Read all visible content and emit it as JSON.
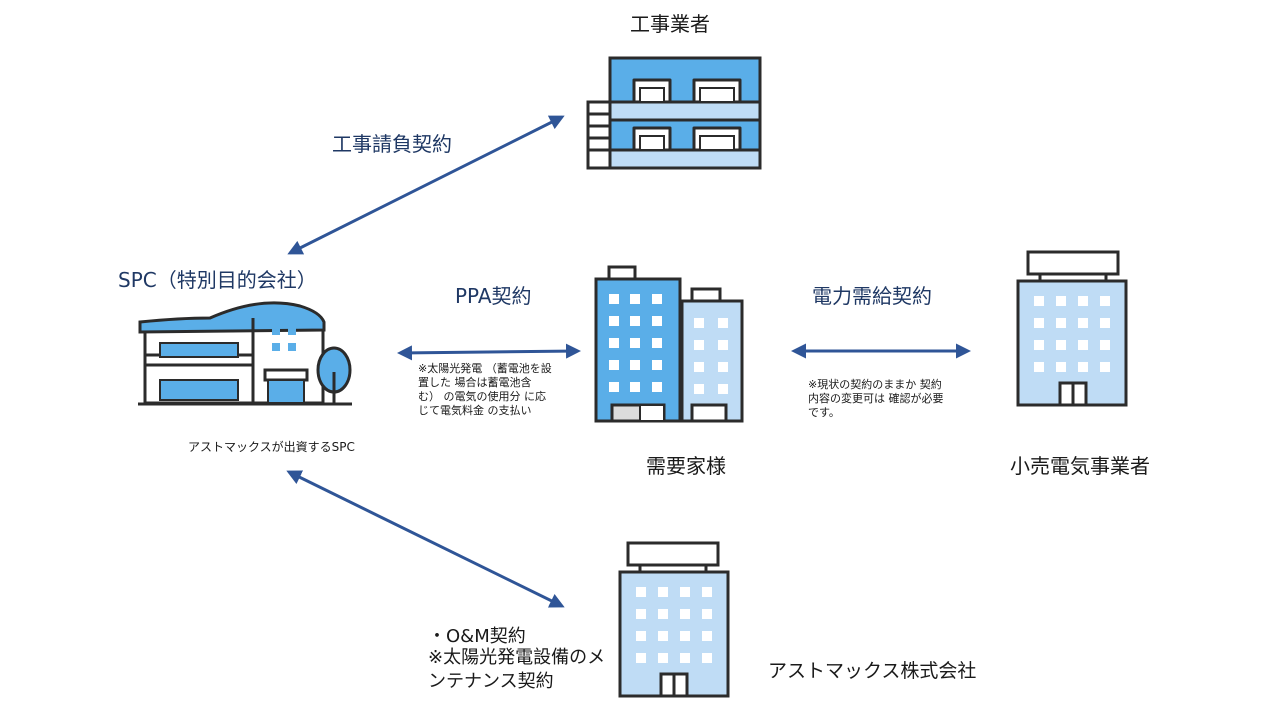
{
  "nodes": {
    "contractor": "工事業者",
    "spc": "SPC（特別目的会社）",
    "spc_note": "アストマックスが出資するSPC",
    "customer": "需要家様",
    "retailer": "小売電気事業者",
    "astmax": "アストマックス株式会社"
  },
  "edges": {
    "construction": "工事請負契約",
    "ppa": "PPA契約",
    "ppa_note": "※太陽光発電 （蓄電池を設置した 場合は蓄電池含む） の電気の使用分 に応じて電気料金 の支払い",
    "supply": "電力需給契約",
    "supply_note": "※現状の契約のままか 契約内容の変更可は 確認が必要です。",
    "om": "・O&M契約",
    "om_note": "※太陽光発電設備のメンテナンス契約"
  },
  "colors": {
    "arrow": "#2f5597",
    "building_blue": "#5aaee8",
    "building_light": "#bfdcf5"
  }
}
